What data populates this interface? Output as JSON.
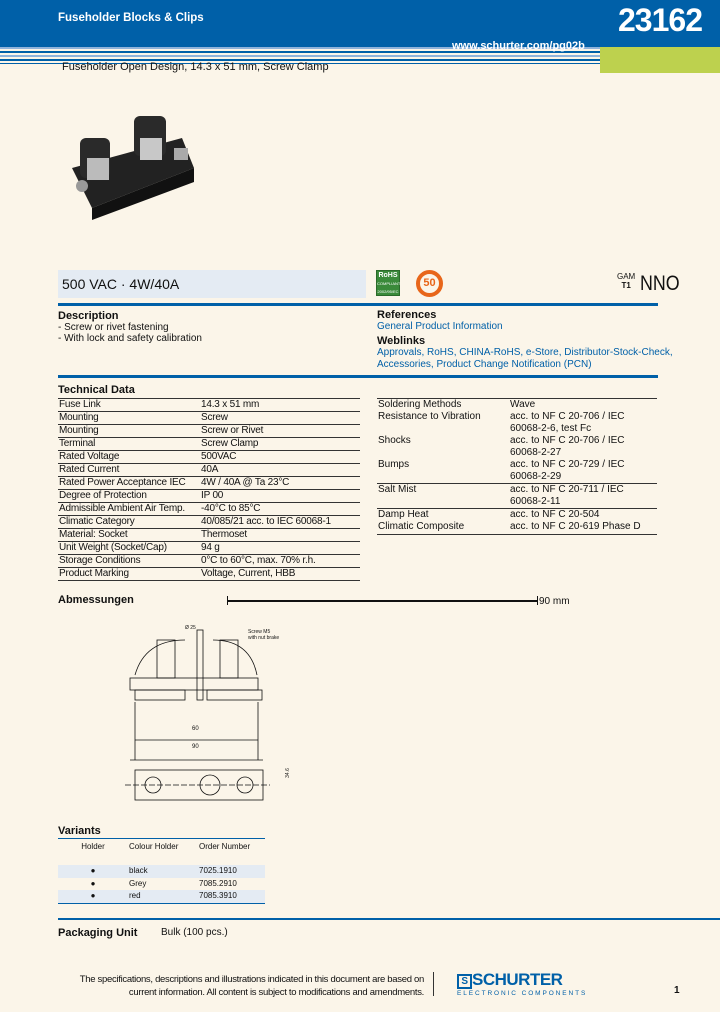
{
  "header": {
    "category": "Fuseholder Blocks & Clips",
    "number": "23162",
    "url": "www.schurter.com/pg02b",
    "subtitle": "Fuseholder Open Design, 14.3 x 51 mm, Screw Clamp"
  },
  "rating": "500 VAC · 4W/40A",
  "badges": {
    "rohs": "RoHS",
    "rohs_sub": "COMPLIANT",
    "rohs_dir": "2002/95/EC",
    "china": "50",
    "gam": "GAM",
    "t1": "T1",
    "nno": "NNO"
  },
  "description": {
    "title": "Description",
    "items": [
      "- Screw or rivet fastening",
      "- With lock and safety calibration"
    ]
  },
  "references": {
    "title": "References",
    "link": "General Product Information"
  },
  "weblinks": {
    "title": "Weblinks",
    "line1": "Approvals, RoHS, CHINA-RoHS, e-Store, Distributor-Stock-Check,",
    "line2": "Accessories, Product Change Notification (PCN)"
  },
  "technical_data": {
    "title": "Technical Data",
    "rows": [
      [
        "Fuse Link",
        "14.3 x 51 mm"
      ],
      [
        "Mounting",
        "Screw"
      ],
      [
        "Mounting",
        "Screw or Rivet"
      ],
      [
        "Terminal",
        "Screw Clamp"
      ],
      [
        "Rated Voltage",
        "500VAC"
      ],
      [
        "Rated Current",
        "40A"
      ],
      [
        "Rated Power Acceptance IEC",
        "4W / 40A @ Ta 23°C"
      ],
      [
        "Degree of Protection",
        "IP 00"
      ],
      [
        "Admissible Ambient Air Temp.",
        "-40°C to 85°C"
      ],
      [
        "Climatic Category",
        "40/085/21 acc. to IEC 60068-1"
      ],
      [
        "Material: Socket",
        "Thermoset"
      ],
      [
        "Unit Weight (Socket/Cap)",
        "94 g"
      ],
      [
        "Storage Conditions",
        "0°C to 60°C, max. 70% r.h."
      ],
      [
        "Product Marking",
        "Voltage, Current, HBB"
      ]
    ]
  },
  "technical_data_right": [
    [
      "Soldering Methods",
      "Wave"
    ],
    [
      "Resistance to Vibration",
      "acc. to NF C 20-706 / IEC 60068-2-6, test Fc"
    ],
    [
      "Shocks",
      "acc. to NF C 20-706 / IEC 60068-2-27"
    ],
    [
      "Bumps",
      "acc. to NF C 20-729 / IEC 60068-2-29"
    ],
    [
      "Salt Mist",
      "acc. to NF C 20-711 / IEC 60068-2-11"
    ],
    [
      "Damp Heat",
      "acc. to NF C 20-504"
    ],
    [
      "Climatic Composite",
      "acc. to NF C 20-619 Phase D"
    ]
  ],
  "dimensions": {
    "title": "Abmessungen",
    "scale": "90 mm",
    "screw_note1": "Screw M5",
    "screw_note2": "with nut brake",
    "d1": "60",
    "d2": "90",
    "d3": "Ø 25",
    "d4": "34.6"
  },
  "variants": {
    "title": "Variants",
    "headers": [
      "Holder",
      "Colour Holder",
      "Order Number"
    ],
    "rows": [
      [
        "●",
        "black",
        "7025.1910"
      ],
      [
        "●",
        "Grey",
        "7085.2910"
      ],
      [
        "●",
        "red",
        "7085.3910"
      ]
    ]
  },
  "packaging": {
    "title": "Packaging Unit",
    "value": "Bulk (100 pcs.)"
  },
  "footer": {
    "line1": "The specifications, descriptions and illustrations indicated in this document are based on",
    "line2": "current information. All content is subject to modifications and amendments.",
    "brand": "SCHURTER",
    "brand_sub": "ELECTRONIC COMPONENTS",
    "page": "1"
  }
}
